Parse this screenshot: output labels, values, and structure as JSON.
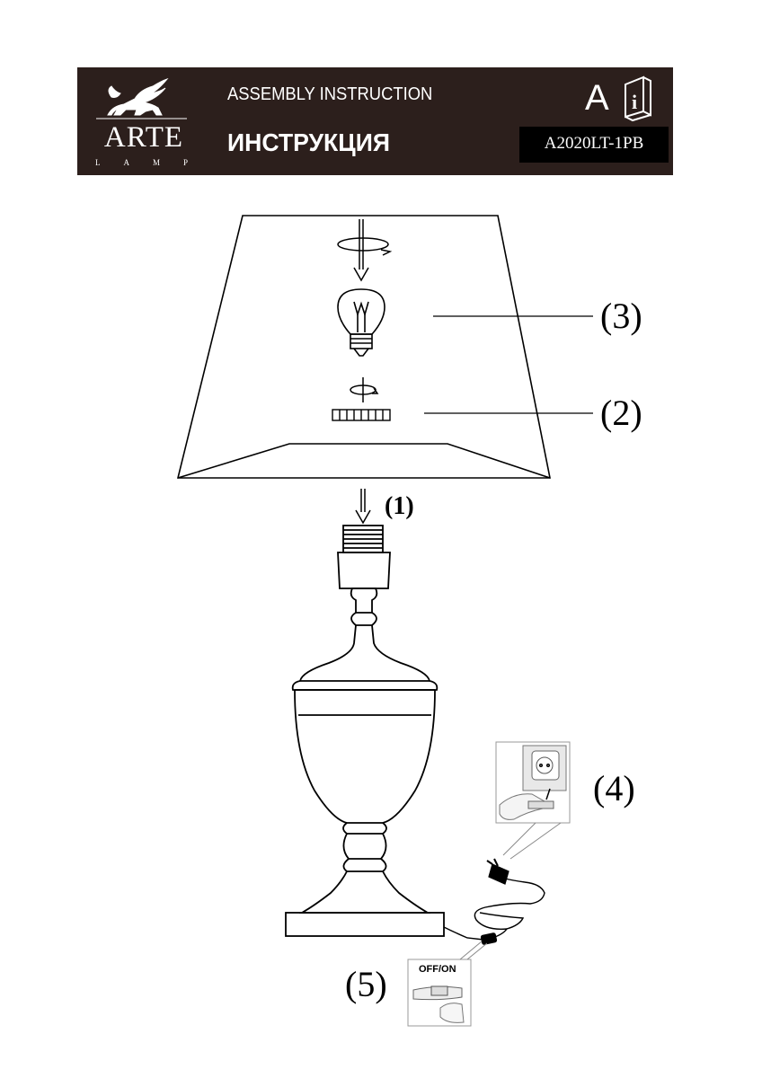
{
  "header": {
    "brand_name": "ARTE",
    "brand_sub": "LAMP",
    "title_en": "ASSEMBLY INSTRUCTION",
    "title_ru": "ИНСТРУКЦИЯ",
    "letter": "A",
    "model": "A2020LT-1PB"
  },
  "callouts": {
    "step1": "(1)",
    "step2": "(2)",
    "step3": "(3)",
    "step4": "(4)",
    "step5": "(5)"
  },
  "switch_label": "OFF/ON",
  "icons": [
    "lion-logo-icon",
    "info-book-icon",
    "rotate-arrow-icon",
    "down-arrow-icon",
    "light-bulb-icon",
    "socket-ring-icon",
    "wall-socket-icon",
    "plug-icon",
    "switch-icon"
  ],
  "colors": {
    "header_bg": "#2c1f1c",
    "model_bg": "#000000",
    "ink": "#000000"
  }
}
